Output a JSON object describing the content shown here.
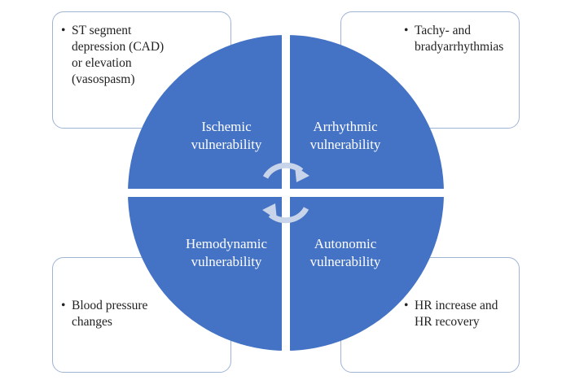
{
  "notes": {
    "ischemic": {
      "bullet": "•",
      "lines": [
        "ST segment",
        "depression (CAD)",
        "or elevation",
        "(vasospasm)"
      ]
    },
    "arrhythmic": {
      "bullet": "•",
      "lines": [
        "Tachy- and",
        "bradyarrhythmias"
      ]
    },
    "hemodynamic": {
      "bullet": "•",
      "lines": [
        "Blood pressure",
        "changes"
      ]
    },
    "autonomic": {
      "bullet": "•",
      "lines": [
        "HR increase and",
        "HR recovery"
      ]
    }
  },
  "quadrants": {
    "ischemic": {
      "line1": "Ischemic",
      "line2": "vulnerability"
    },
    "arrhythmic": {
      "line1": "Arrhythmic",
      "line2": "vulnerability"
    },
    "hemodynamic": {
      "line1": "Hemodynamic",
      "line2": "vulnerability"
    },
    "autonomic": {
      "line1": "Autonomic",
      "line2": "vulnerability"
    }
  },
  "colors": {
    "quadrant_fill": "#4472c4",
    "box_border": "#9fb3d6",
    "divider": "#ffffff",
    "cycle_arrow": "#c7d4ea"
  },
  "icons": {
    "center": "cycle-arrows-icon"
  }
}
